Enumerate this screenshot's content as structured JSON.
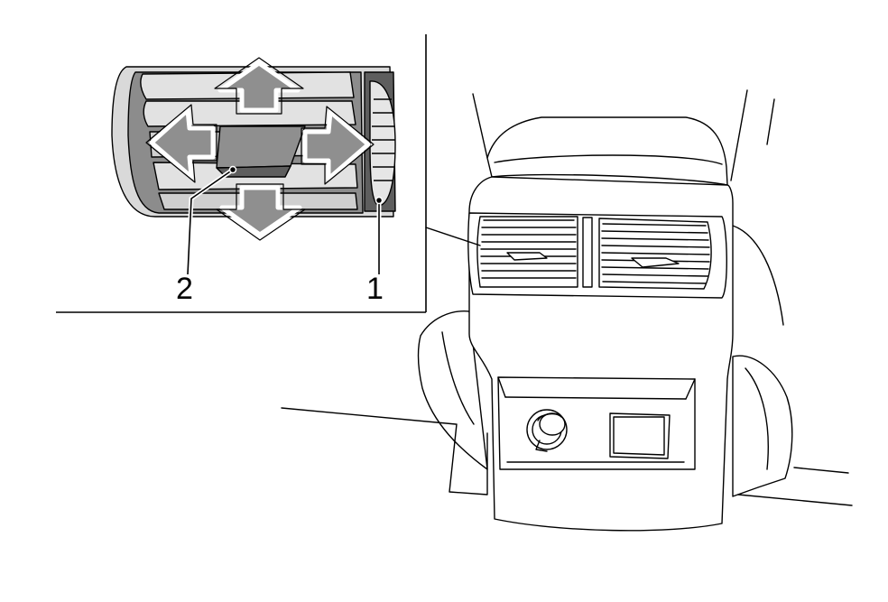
{
  "diagram": {
    "callouts": [
      {
        "id": "1",
        "label": "1",
        "target": "thumbwheel"
      },
      {
        "id": "2",
        "label": "2",
        "target": "vent-tab"
      }
    ],
    "colors": {
      "line": "#000000",
      "fill_light": "#e6e6e6",
      "fill_mid": "#bdbdbd",
      "fill_dark": "#8c8c8c",
      "fill_shadow": "#5e5e5e",
      "background": "#ffffff"
    }
  }
}
